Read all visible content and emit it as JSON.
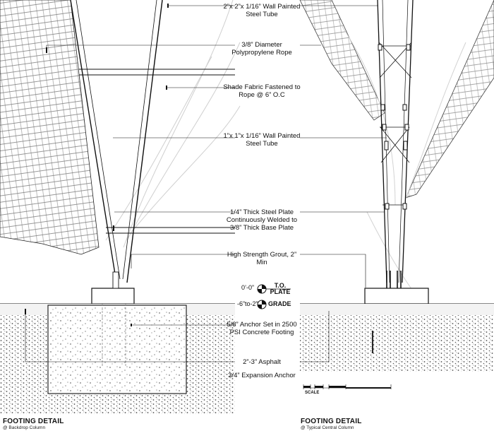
{
  "callouts": [
    {
      "id": "tube2",
      "text": "2”x 2”x 1/16” Wall Painted Steel Tube"
    },
    {
      "id": "rope",
      "text": "3/8” Diameter Polypropylene Rope"
    },
    {
      "id": "fabric",
      "text": "Shade Fabric Fastened to Rope @ 6” O.C"
    },
    {
      "id": "tube1",
      "text": "1”x 1”x 1/16” Wall Painted Steel Tube"
    },
    {
      "id": "plate",
      "text": "1/4” Thick Steel Plate Continuously Welded to 3/8” Thick Base Plate"
    },
    {
      "id": "grout",
      "text": "High Strength Grout, 2” Min"
    },
    {
      "id": "anchor",
      "text": "5/8” Anchor Set in 2500 PSI Concrete Footing"
    },
    {
      "id": "asphalt",
      "text": "2”-3” Asphalt"
    },
    {
      "id": "expansion",
      "text": "3/4” Expansion Anchor"
    }
  ],
  "levels": {
    "plate": {
      "value": "0’-0”",
      "name": "T.O. PLATE"
    },
    "grade": {
      "value": "-6”to-2”",
      "name": "GRADE"
    }
  },
  "scale_label": "SCALE",
  "details": [
    {
      "title": "FOOTING DETAIL",
      "subtitle": "@ Backdrop Column"
    },
    {
      "title": "FOOTING DETAIL",
      "subtitle": "@ Typical Central Column"
    }
  ],
  "colors": {
    "line": "#111111",
    "hatch": "#8a8a8a",
    "ghost": "#cfcfcf"
  }
}
